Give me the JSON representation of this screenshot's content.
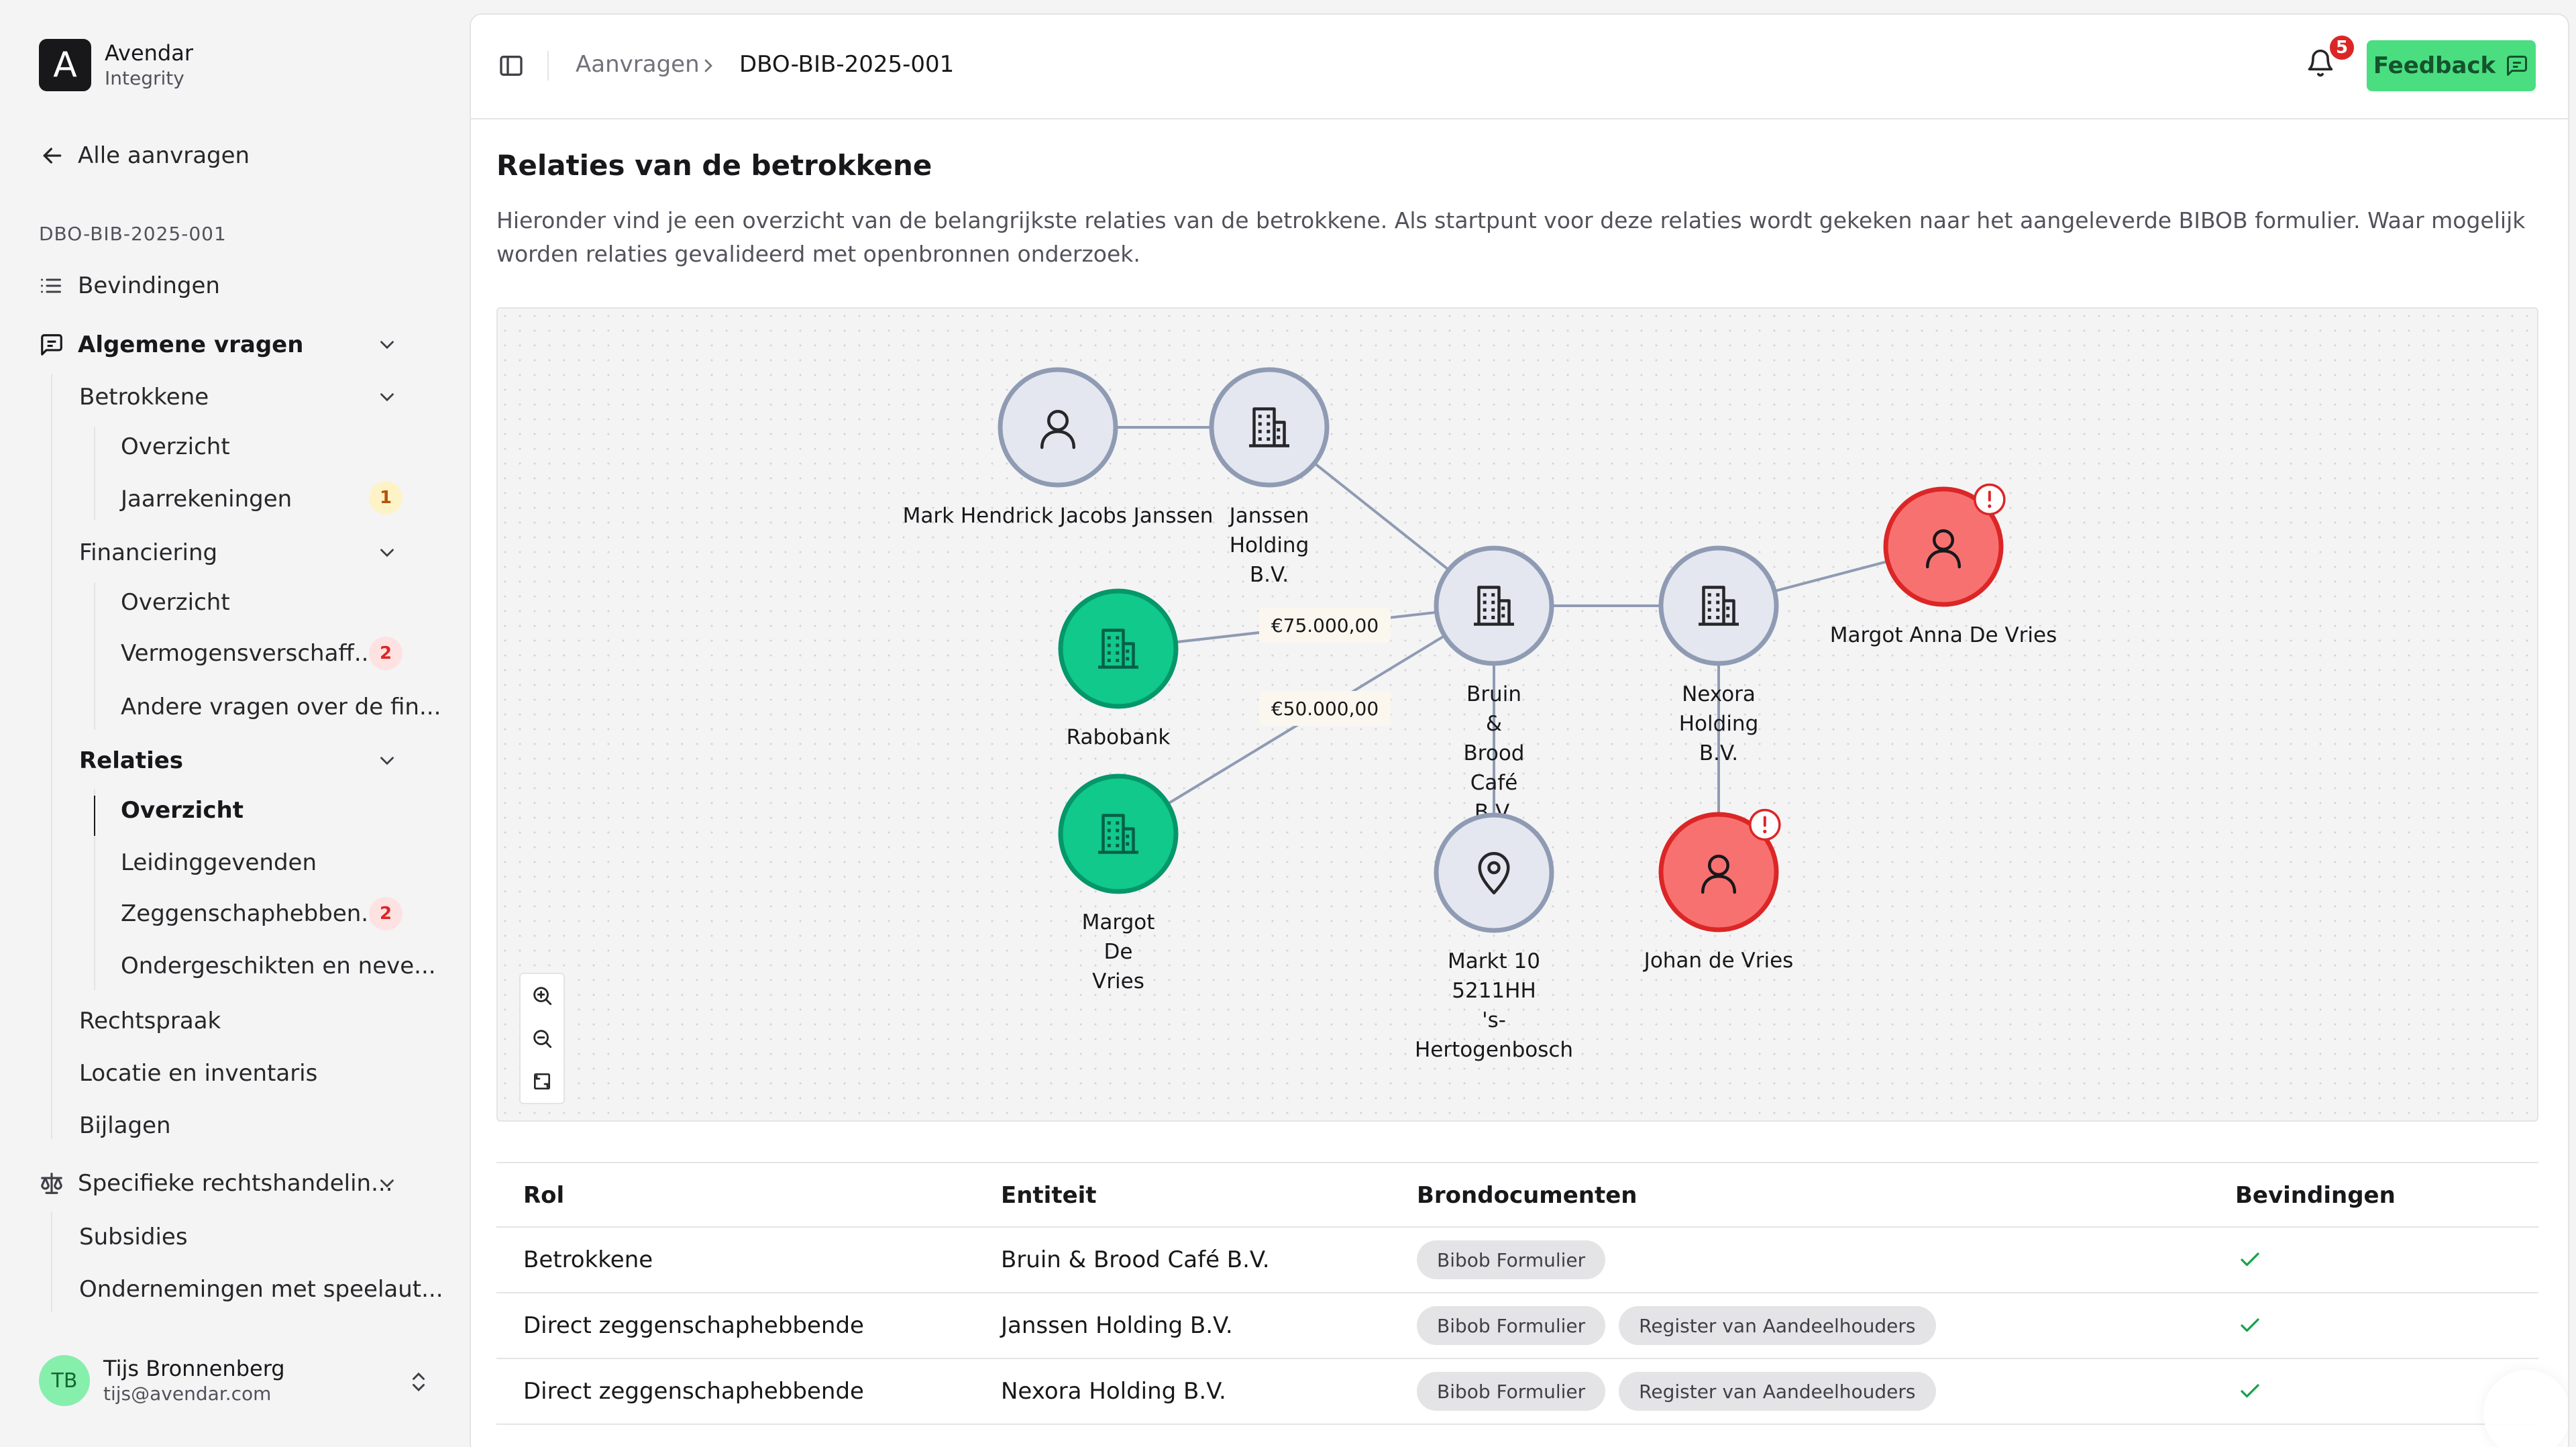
{
  "brand": {
    "name": "Avendar",
    "sub": "Integrity",
    "logo_letter": "A"
  },
  "nav": {
    "back_label": "Alle aanvragen",
    "case_id": "DBO-BIB-2025-001",
    "bevindingen": "Bevindingen",
    "algemene_vragen": "Algemene vragen",
    "betrokkene": "Betrokkene",
    "betrokkene_overzicht": "Overzicht",
    "jaarrekeningen": "Jaarrekeningen",
    "jaarrekeningen_badge": "1",
    "financiering": "Financiering",
    "financiering_overzicht": "Overzicht",
    "vermogen": "Vermogensverschaff...",
    "vermogen_badge": "2",
    "andere_vragen": "Andere vragen over de fin...",
    "relaties": "Relaties",
    "relaties_overzicht": "Overzicht",
    "leidinggevenden": "Leidinggevenden",
    "zeggenschap": "Zeggenschaphebben...",
    "zeggenschap_badge": "2",
    "ondergeschikten": "Ondergeschikten en neve...",
    "rechtspraak": "Rechtspraak",
    "locatie": "Locatie en inventaris",
    "bijlagen": "Bijlagen",
    "specifieke": "Specifieke rechtshandelin...",
    "subsidies": "Subsidies",
    "ondernemingen": "Ondernemingen met speelaut..."
  },
  "user": {
    "initials": "TB",
    "name": "Tijs Bronnenberg",
    "email": "tijs@avendar.com"
  },
  "topbar": {
    "crumb_parent": "Aanvragen",
    "crumb_current": "DBO-BIB-2025-001",
    "notification_count": "5",
    "feedback_label": "Feedback"
  },
  "section": {
    "title": "Relaties van de betrokkene",
    "description": "Hieronder vind je een overzicht van de belangrijkste relaties van de betrokkene. Als startpunt voor deze relaties wordt gekeken naar het aangeleverde BIBOB formulier. Waar mogelijk worden relaties gevalideerd met openbronnen onderzoek."
  },
  "graph": {
    "nodes": [
      {
        "id": "mark",
        "label": "Mark Hendrick Jacobs Janssen",
        "type": "person",
        "status": "neutral"
      },
      {
        "id": "janssen",
        "label": "Janssen\nHolding\nB.V.",
        "type": "company",
        "status": "neutral"
      },
      {
        "id": "bruin",
        "label": "Bruin\n&\nBrood\nCafé\nB.V.",
        "type": "company",
        "status": "neutral"
      },
      {
        "id": "nexora",
        "label": "Nexora\nHolding\nB.V.",
        "type": "company",
        "status": "neutral"
      },
      {
        "id": "margotanna",
        "label": "Margot Anna De Vries",
        "type": "person",
        "status": "risk",
        "alert": true
      },
      {
        "id": "rabobank",
        "label": "Rabobank",
        "type": "company",
        "status": "verified"
      },
      {
        "id": "margotdv",
        "label": "Margot\nDe\nVries",
        "type": "company",
        "status": "verified"
      },
      {
        "id": "markt",
        "label": "Markt 10\n5211HH\n's-\nHertogenbosch",
        "type": "location",
        "status": "neutral"
      },
      {
        "id": "johan",
        "label": "Johan de Vries",
        "type": "person",
        "status": "risk",
        "alert": true
      }
    ],
    "edges": [
      {
        "from": "mark",
        "to": "janssen"
      },
      {
        "from": "janssen",
        "to": "bruin"
      },
      {
        "from": "bruin",
        "to": "nexora"
      },
      {
        "from": "nexora",
        "to": "margotanna"
      },
      {
        "from": "rabobank",
        "to": "bruin",
        "label": "€75.000,00"
      },
      {
        "from": "margotdv",
        "to": "bruin",
        "label": "€50.000,00"
      },
      {
        "from": "bruin",
        "to": "markt"
      },
      {
        "from": "nexora",
        "to": "johan"
      }
    ],
    "colors": {
      "neutral_fill": "#e4e7f0",
      "neutral_stroke": "#8f9bb3",
      "risk_fill": "#f87171",
      "risk_stroke": "#dc2626",
      "verified_fill": "#10c98a",
      "verified_stroke": "#059669",
      "edge": "#8f9bb3"
    }
  },
  "zoom_controls": [
    "zoom-in-icon",
    "zoom-out-icon",
    "fit-view-icon"
  ],
  "table": {
    "headers": {
      "role": "Rol",
      "entity": "Entiteit",
      "docs": "Brondocumenten",
      "findings": "Bevindingen"
    },
    "rows": [
      {
        "role": "Betrokkene",
        "entity": "Bruin & Brood Café B.V.",
        "docs": [
          "Bibob Formulier"
        ],
        "findings": "check-icon"
      },
      {
        "role": "Direct zeggenschaphebbende",
        "entity": "Janssen Holding B.V.",
        "docs": [
          "Bibob Formulier",
          "Register van Aandeelhouders"
        ],
        "findings": "check-icon"
      },
      {
        "role": "Direct zeggenschaphebbende",
        "entity": "Nexora Holding B.V.",
        "docs": [
          "Bibob Formulier",
          "Register van Aandeelhouders"
        ],
        "findings": "check-icon"
      }
    ]
  }
}
